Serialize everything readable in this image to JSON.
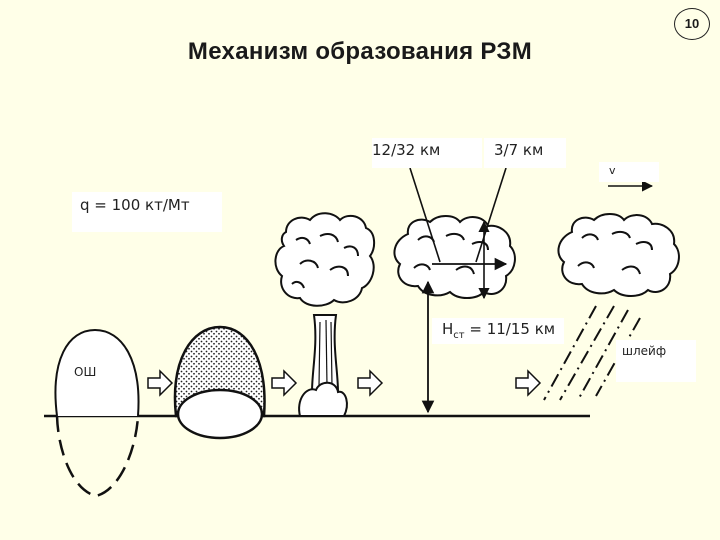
{
  "slide": {
    "page_number": "10",
    "title": "Механизм образования РЗМ"
  },
  "labels": {
    "cloud_distance": "12/32 км",
    "cloud_thickness": "3/7 км",
    "wind": "v",
    "yield": "q = 100 кт/Мт",
    "height_main": "H",
    "height_sub": "ст",
    "height_value": " = 11/15 км",
    "plume": "шлейф",
    "shock": "ОШ"
  },
  "icons": [
    "fireball-icon",
    "mushroom-cloud-icon",
    "radioactive-cloud-icon",
    "arrow-right-icon"
  ]
}
